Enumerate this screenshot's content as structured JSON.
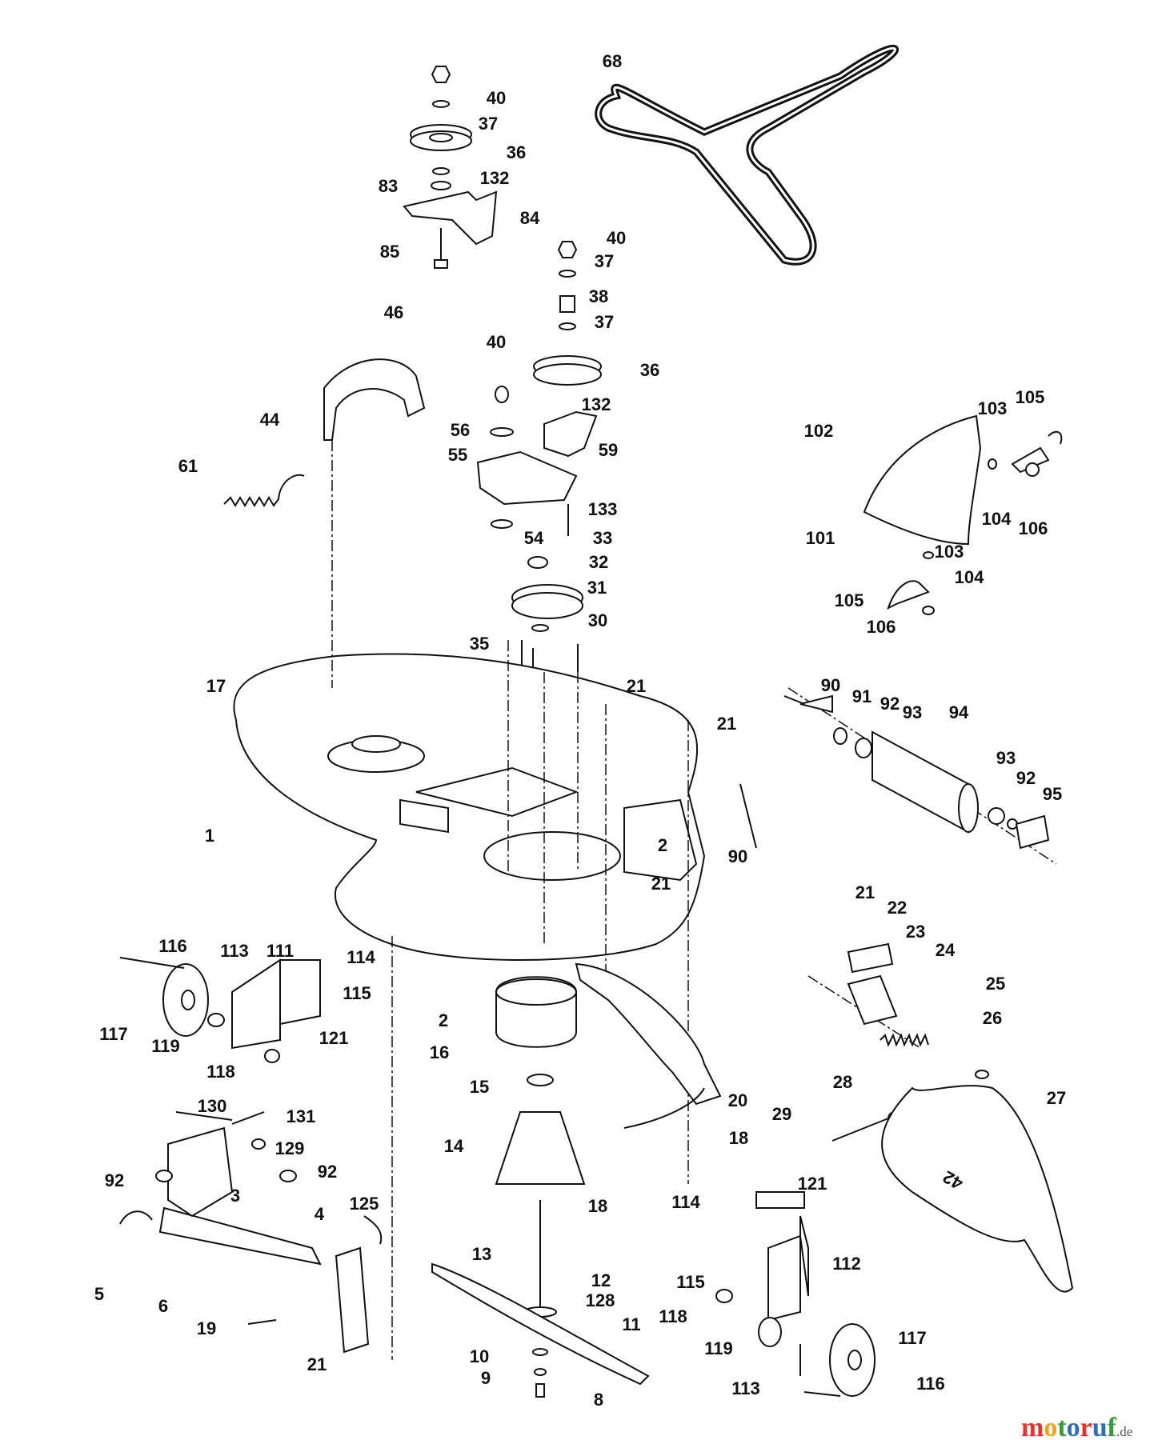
{
  "diagram": {
    "part_labels": [
      "1",
      "2",
      "3",
      "4",
      "5",
      "6",
      "8",
      "9",
      "10",
      "11",
      "12",
      "13",
      "14",
      "15",
      "16",
      "17",
      "18",
      "19",
      "20",
      "21",
      "22",
      "23",
      "24",
      "25",
      "26",
      "27",
      "28",
      "29",
      "30",
      "31",
      "32",
      "33",
      "35",
      "36",
      "37",
      "38",
      "40",
      "44",
      "46",
      "54",
      "55",
      "56",
      "59",
      "61",
      "68",
      "83",
      "84",
      "85",
      "90",
      "91",
      "92",
      "93",
      "94",
      "95",
      "101",
      "102",
      "103",
      "104",
      "105",
      "106",
      "111",
      "112",
      "113",
      "114",
      "115",
      "116",
      "117",
      "118",
      "119",
      "121",
      "125",
      "128",
      "129",
      "130",
      "131",
      "132",
      "133"
    ],
    "deck_logo": "42"
  },
  "watermark": {
    "brand": "motoruf",
    "suffix": ".de",
    "colors": [
      "#e4342b",
      "#f3a01b",
      "#3a9a3a",
      "#2f6db5",
      "#e4342b",
      "#2f6db5",
      "#3a9a3a"
    ]
  }
}
